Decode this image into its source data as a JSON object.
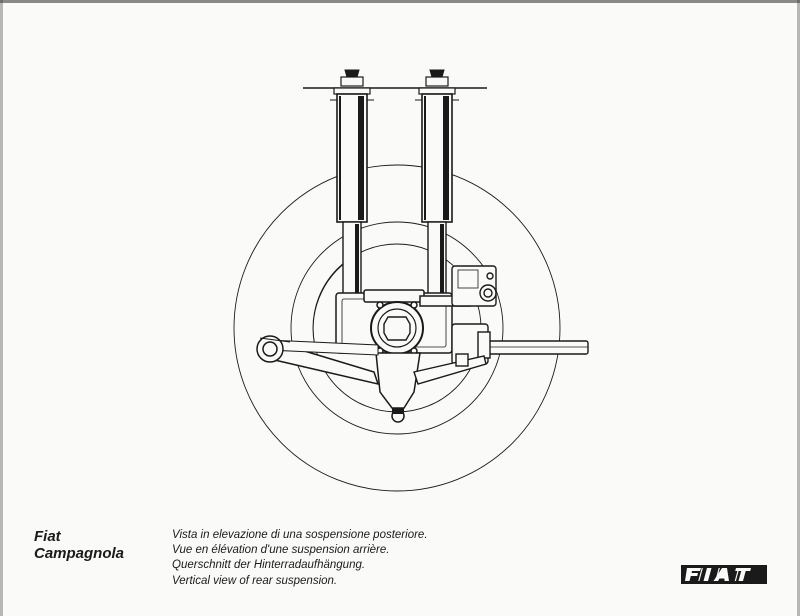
{
  "brand": {
    "line1": "Fiat",
    "line2": "Campagnola"
  },
  "caption": {
    "it": "Vista in elevazione di una sospensione posteriore.",
    "fr": "Vue en élévation d'une suspension arrière.",
    "de": "Querschnitt der Hinterradaufhängung.",
    "en": "Vertical view of rear suspension."
  },
  "logo": {
    "text": "FIAT",
    "color": "#1a1a1a"
  },
  "colors": {
    "ink": "#1a1a1a",
    "paper": "#fafaf8"
  }
}
